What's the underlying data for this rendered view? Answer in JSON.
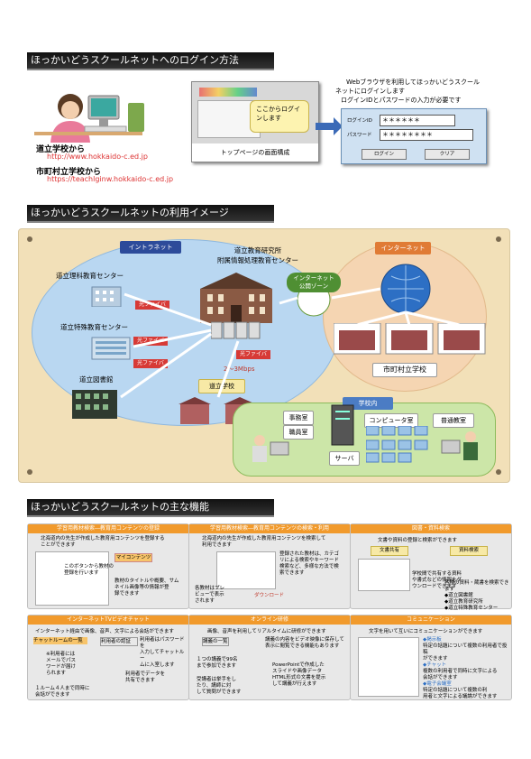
{
  "sections": {
    "login_title": "ほっかいどうスクールネットへのログイン方法",
    "usage_title": "ほっかいどうスクールネットの利用イメージ",
    "features_title": "ほっかいどうスクールネットの主な機能"
  },
  "login": {
    "pref_label": "道立学校から",
    "pref_url": "http://www.hokkaido-c.ed.jp",
    "city_label": "市町村立学校から",
    "city_url": "https://teachlginw.hokkaido-c.ed.jp",
    "bubble": "ここからログインします",
    "caption": "トップページの画面構成",
    "instruction_lines": [
      "Webブラウザを利用してほっかいどうスクール",
      "ネットにログインします",
      "ログインIDとパスワードの入力が必要です"
    ],
    "form": {
      "id_label": "ログインID",
      "pw_label": "パスワード",
      "id_mask": "＊＊＊＊＊＊",
      "pw_mask": "＊＊＊＊＊＊＊＊",
      "login_button": "ログイン",
      "clear_button": "クリア"
    }
  },
  "diagram": {
    "intranet": "イントラネット",
    "internet": "インターネット",
    "center_lines": [
      "道立教育研究所",
      "附属情報処理教育センター"
    ],
    "public_zone": [
      "インターネット",
      "公開ゾーン"
    ],
    "science_center": "道立理科教育センター",
    "special_center": "道立特殊教育センター",
    "library": "道立図書館",
    "fiber": "光ファイバ",
    "speed": "2～3Mbps",
    "pref_school": "道立学校",
    "city_school": "市町村立学校",
    "in_school": "学校内",
    "rooms": {
      "office": "事務室",
      "staff": "職員室",
      "pc_room": "コンピュータ室",
      "classroom": "普通教室",
      "server": "サーバ"
    }
  },
  "features": [
    {
      "title": "学習用教材検索―教育用コンテンツの登録",
      "lines": [
        "北海道内の先生が作成した教育用コンテンツを登録する",
        "ことができます"
      ],
      "notes": [
        "このボタンから教材の",
        "登録を行います",
        "教材のタイトルや概要、サム",
        "ネイル画像等の情報が登",
        "録できます"
      ],
      "chip": "マイコンテンツ"
    },
    {
      "title": "学習用教材検索―教育用コンテンツの検索・利用",
      "lines": [
        "北海道内の先生が作成した教育用コンテンツを検索して",
        "利用できます"
      ],
      "notes": [
        "登録された教材は、カテゴ",
        "リによる検索やキーワード",
        "検索など、多様な方法で検",
        "索できます",
        "各教材はプレ",
        "ビューで表示",
        "されます"
      ],
      "chip": "ダウンロード"
    },
    {
      "title": "図書・資料検索",
      "lines": [
        "文書や資料の登録と検索ができます"
      ],
      "notes": [
        "文書共有",
        "資料検索",
        "学校間で共有する資料",
        "や書式などの情報をダ",
        "ウンロードできます",
        "各種の資料・蔵書を検索できます",
        "◆道立図書館",
        "◆道立教育研究所",
        "◆道立特殊教育センター"
      ]
    },
    {
      "title": "インターネットTVビデオチャット",
      "lines": [
        "インターネット経由で画像、音声、文字による会話ができます"
      ],
      "notes": [
        "チャットルームの一覧",
        "利用者の認証",
        "利用者はパスワードを",
        "入力してチャットルー",
        "ムに入室します",
        "※利用者には",
        "メールでパス",
        "ワードが届け",
        "られます",
        "利用者でデータを",
        "共有できます",
        "１ルーム４人まで同時に",
        "会話ができます"
      ]
    },
    {
      "title": "オンライン研修",
      "lines": [
        "画像、音声を利用してリアルタイムに研修ができます"
      ],
      "notes": [
        "講義の一覧",
        "講義の内容をビデオ映像に保存して",
        "表示に閲覧できる機能もあります",
        "１つの講義で99名",
        "まで参加できます",
        "PowerPointで作成した",
        "スライドや画像データ",
        "HTML形式の文書を提示",
        "して講義が行えます",
        "受講者は挙手をし",
        "たり、講師に対",
        "して質問ができます"
      ]
    },
    {
      "title": "コミュニケーション",
      "lines": [
        "文字を用いて互いにコミュニケーションができます"
      ],
      "notes": [
        "◆掲示板",
        "特定の話題について複数の利用者で投稿",
        "ができます",
        "◆チャット",
        "複数の利用者で同時に文字による",
        "会話ができます",
        "◆電子会議室",
        "特定の話題について複数の利",
        "用者と文字による議論ができます"
      ]
    }
  ]
}
